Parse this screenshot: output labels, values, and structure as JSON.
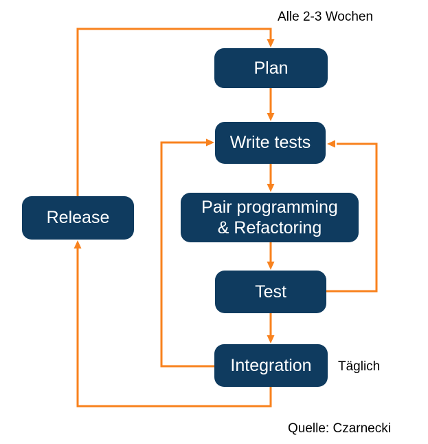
{
  "diagram": {
    "title_annotation": "Alle 2-3 Wochen",
    "daily_annotation": "Täglich",
    "source_caption": "Quelle: Czarnecki",
    "nodes": {
      "plan": {
        "label": "Plan"
      },
      "write_tests": {
        "label": "Write tests"
      },
      "pair_programming": {
        "label": "Pair programming & Refactoring",
        "line1": "Pair programming",
        "line2": "& Refactoring"
      },
      "test": {
        "label": "Test"
      },
      "integration": {
        "label": "Integration"
      },
      "release": {
        "label": "Release"
      }
    },
    "edges": [
      {
        "from": "plan",
        "to": "write_tests"
      },
      {
        "from": "write_tests",
        "to": "pair_programming"
      },
      {
        "from": "pair_programming",
        "to": "test"
      },
      {
        "from": "test",
        "to": "integration"
      },
      {
        "from": "test",
        "to": "write_tests",
        "note": "right feedback loop"
      },
      {
        "from": "integration",
        "to": "write_tests",
        "note": "daily loop (Täglich)"
      },
      {
        "from": "integration",
        "to": "release",
        "note": "bottom loop"
      },
      {
        "from": "release",
        "to": "plan",
        "note": "release loop (Alle 2-3 Wochen)"
      }
    ]
  },
  "colors": {
    "node_fill": "#0f3b5f",
    "node_text": "#ffffff",
    "connector": "#f8821e",
    "annotation_text": "#000000"
  }
}
